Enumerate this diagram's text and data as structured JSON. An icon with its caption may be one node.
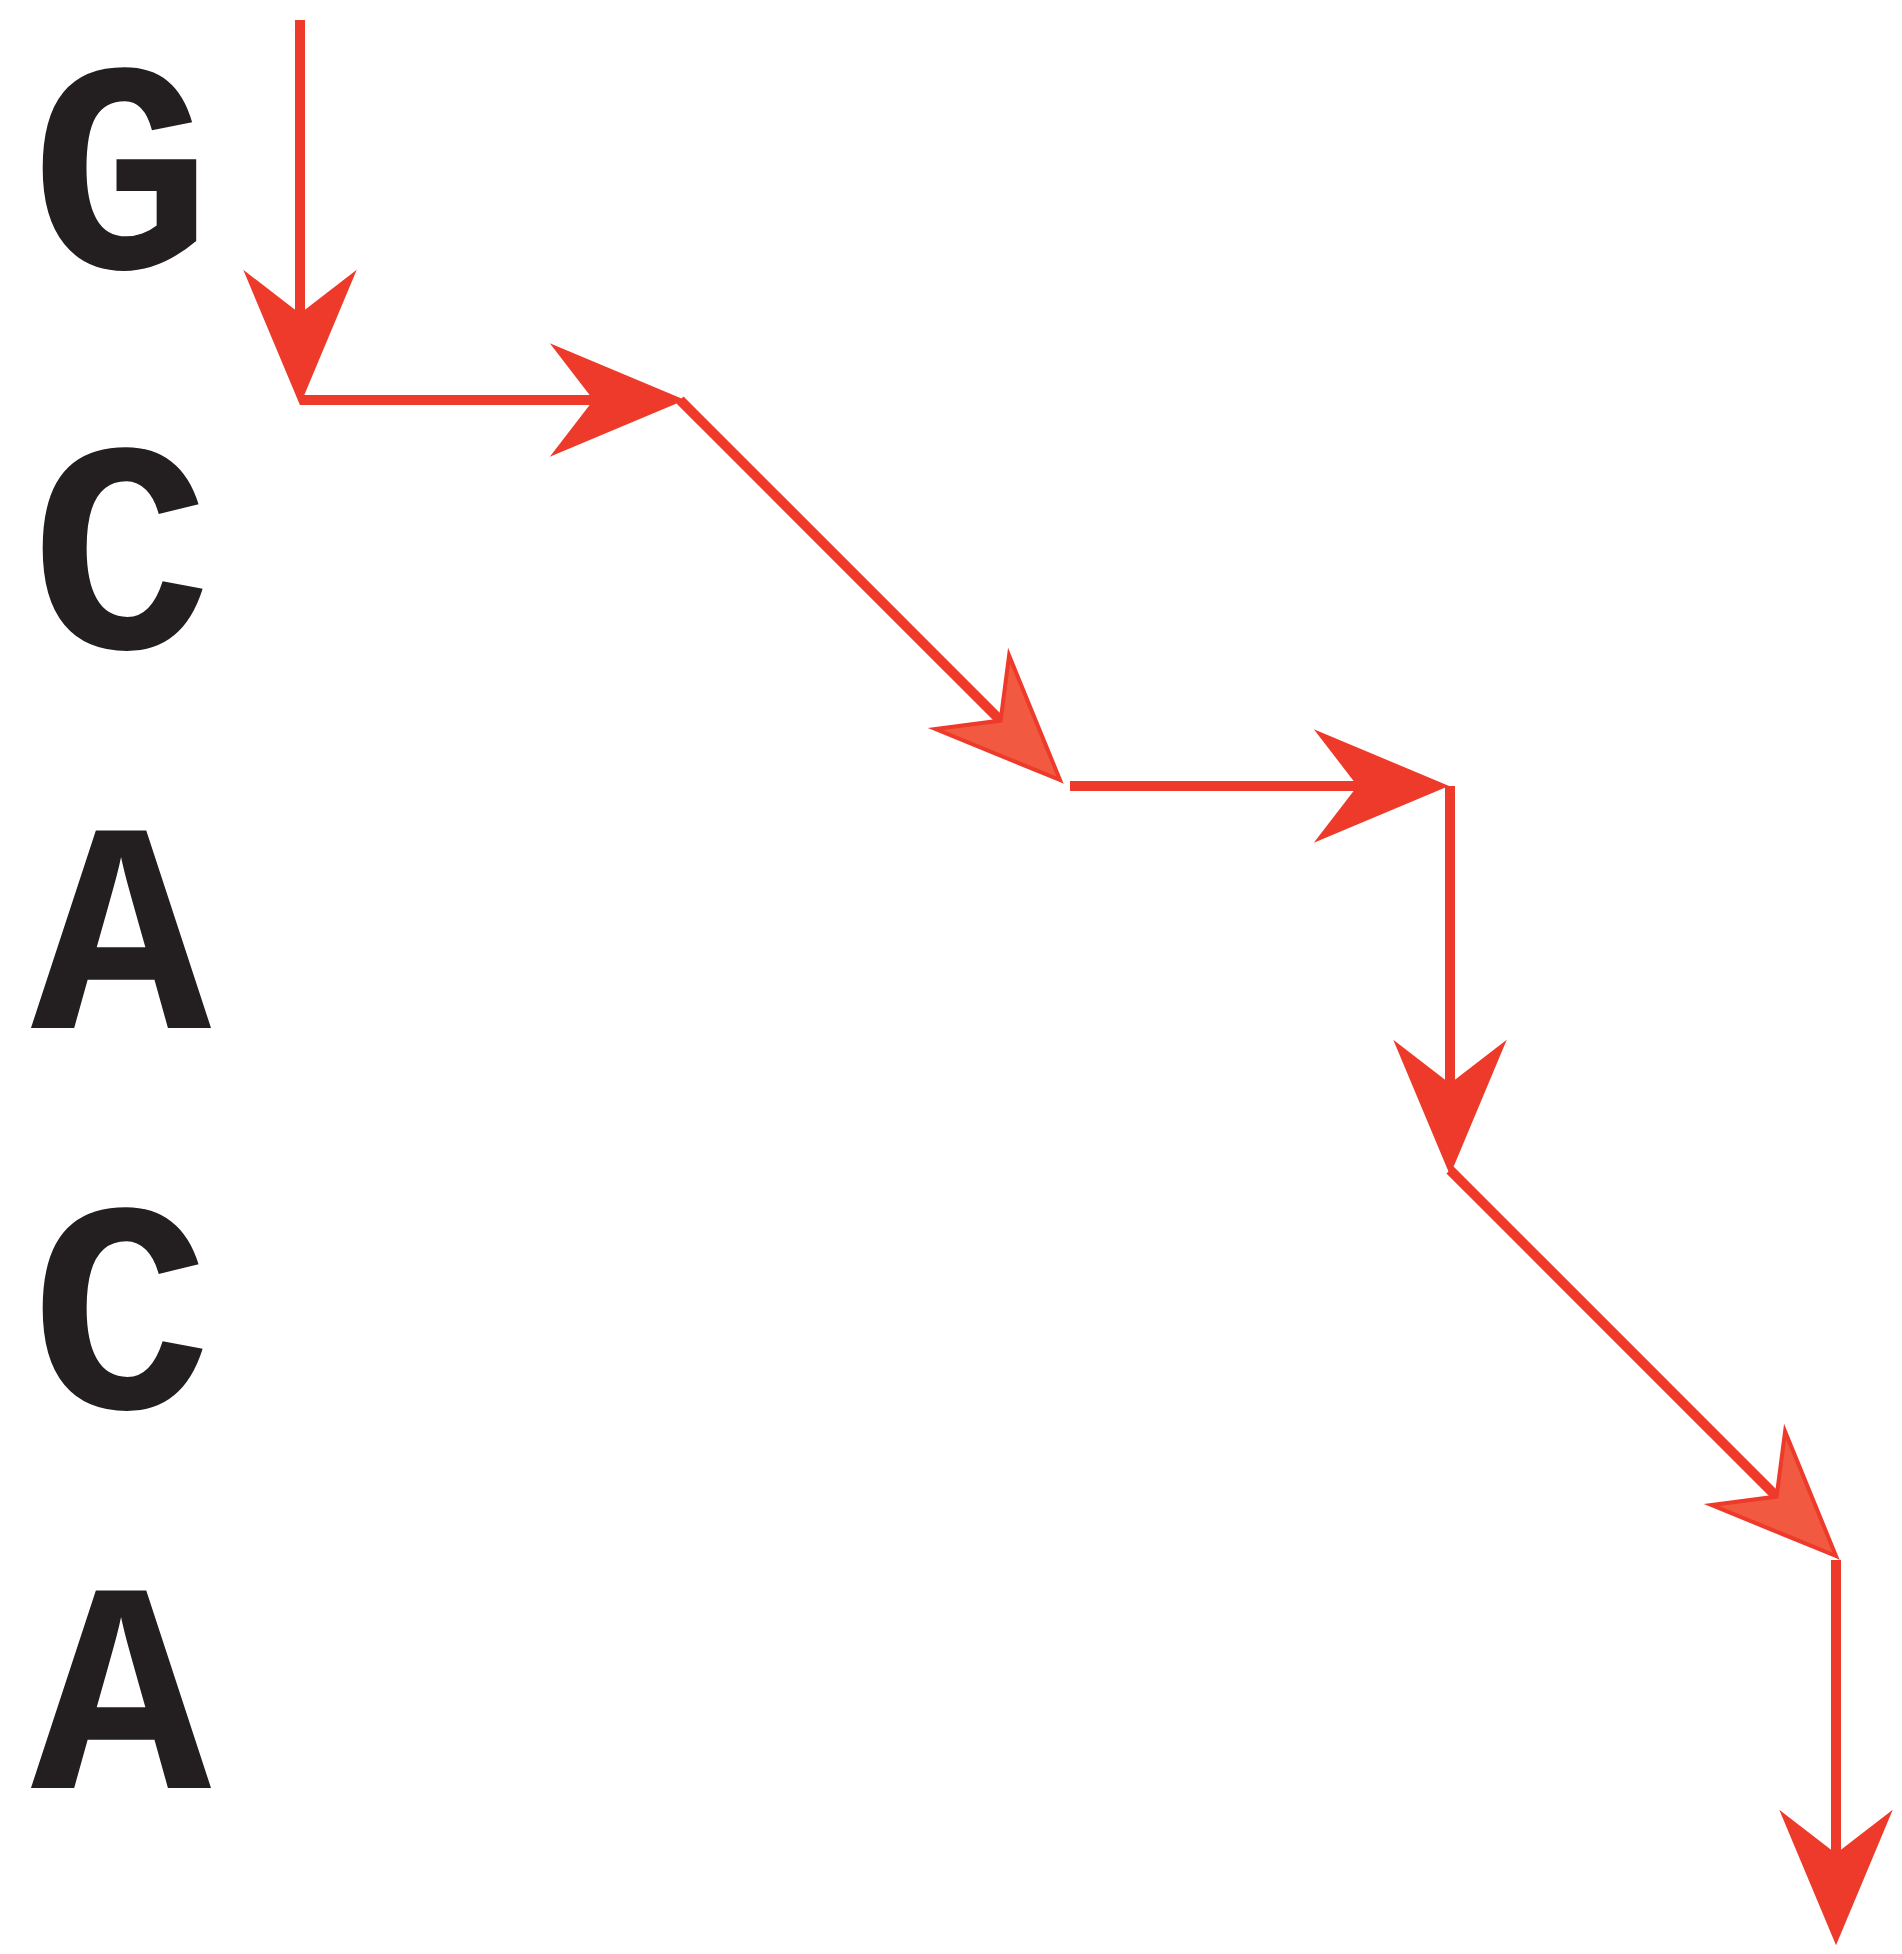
{
  "diagram": {
    "labels": [
      "G",
      "C",
      "A",
      "C",
      "A"
    ]
  }
}
